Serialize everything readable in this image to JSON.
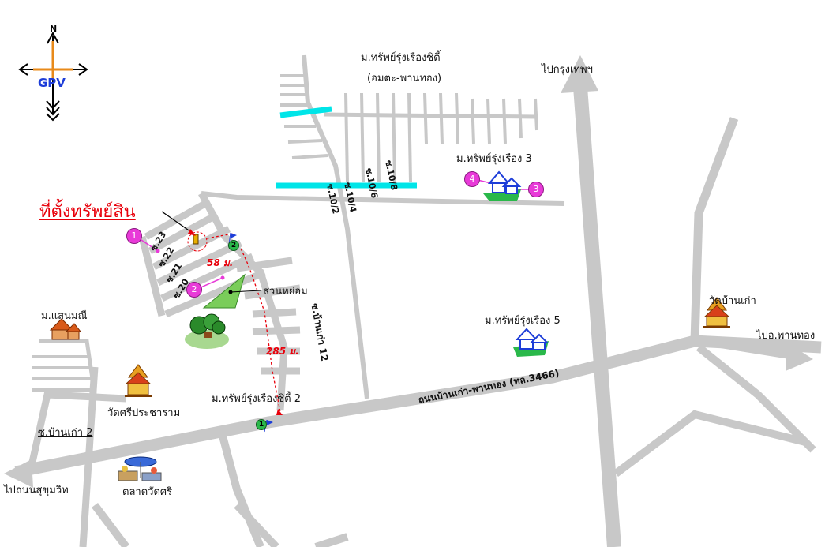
{
  "title": "ที่ตั้งทรัพย์สิน",
  "compass": {
    "north": "N",
    "logo": "GPV"
  },
  "places": {
    "subdivision_city_top": "ม.ทรัพย์รุ่งเรืองซิตี้",
    "subdivision_city_top_sub": "(อมตะ-พานทอง)",
    "to_bangkok": "ไปกรุงเทพฯ",
    "subdivision_3": "ม.ทรัพย์รุ่งเรือง 3",
    "subdivision_5": "ม.ทรัพย์รุ่งเรือง 5",
    "subdivision_city_2": "ม.ทรัพย์รุ่งเรืองซิตี้ 2",
    "park": "สวนหย่อม",
    "sansanee": "ม.แสนมณี",
    "wat_si_pracharam": "วัดศรีประชาราม",
    "wat_ban_kao": "วัดบ้านเก่า",
    "to_phan_thong": "ไปอ.พานทอง",
    "soi_ban_kao_2": "ซ.บ้านเก่า 2",
    "to_sukhumvit": "ไปถนนสุขุมวิท",
    "market": "ตลาดวัดศรี",
    "main_road": "ถนนบ้านเก่า-พานทอง (ทล.3466)",
    "soi_ban_kao_12": "ซ.บ้านเก่า 12"
  },
  "sois": {
    "s10_2": "ซ.10/2",
    "s10_4": "ซ.10/4",
    "s10_6": "ซ.10/6",
    "s10_8": "ซ.10/8",
    "s23": "ซ.23",
    "s22": "ซ.22",
    "s21": "ซ.21",
    "s20": "ซ.20"
  },
  "distances": {
    "d1": "58 ม.",
    "d2": "285 ม."
  },
  "markers": {
    "pink": [
      "1",
      "2",
      "3",
      "4"
    ],
    "green": [
      "1",
      "2"
    ]
  },
  "icons": [
    "compass-icon",
    "house-icon",
    "temple-icon",
    "tree-icon",
    "market-icon",
    "property-pin-icon"
  ],
  "colors": {
    "road": "#c8c8c8",
    "canal": "#00e5e8",
    "title": "#e8000b",
    "marker": "#e83ad8",
    "route": "#e8000b"
  }
}
